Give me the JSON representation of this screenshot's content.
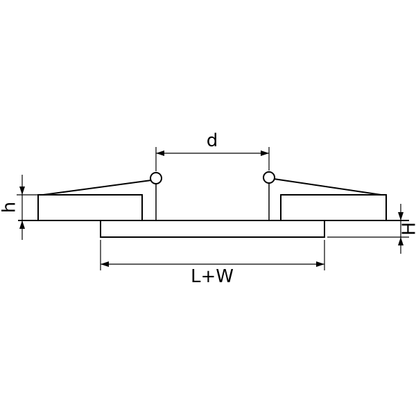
{
  "labels": {
    "d": "d",
    "h": "h",
    "H": "H",
    "lw": "L+W"
  },
  "colors": {
    "line": "#000000",
    "background": "#ffffff"
  }
}
